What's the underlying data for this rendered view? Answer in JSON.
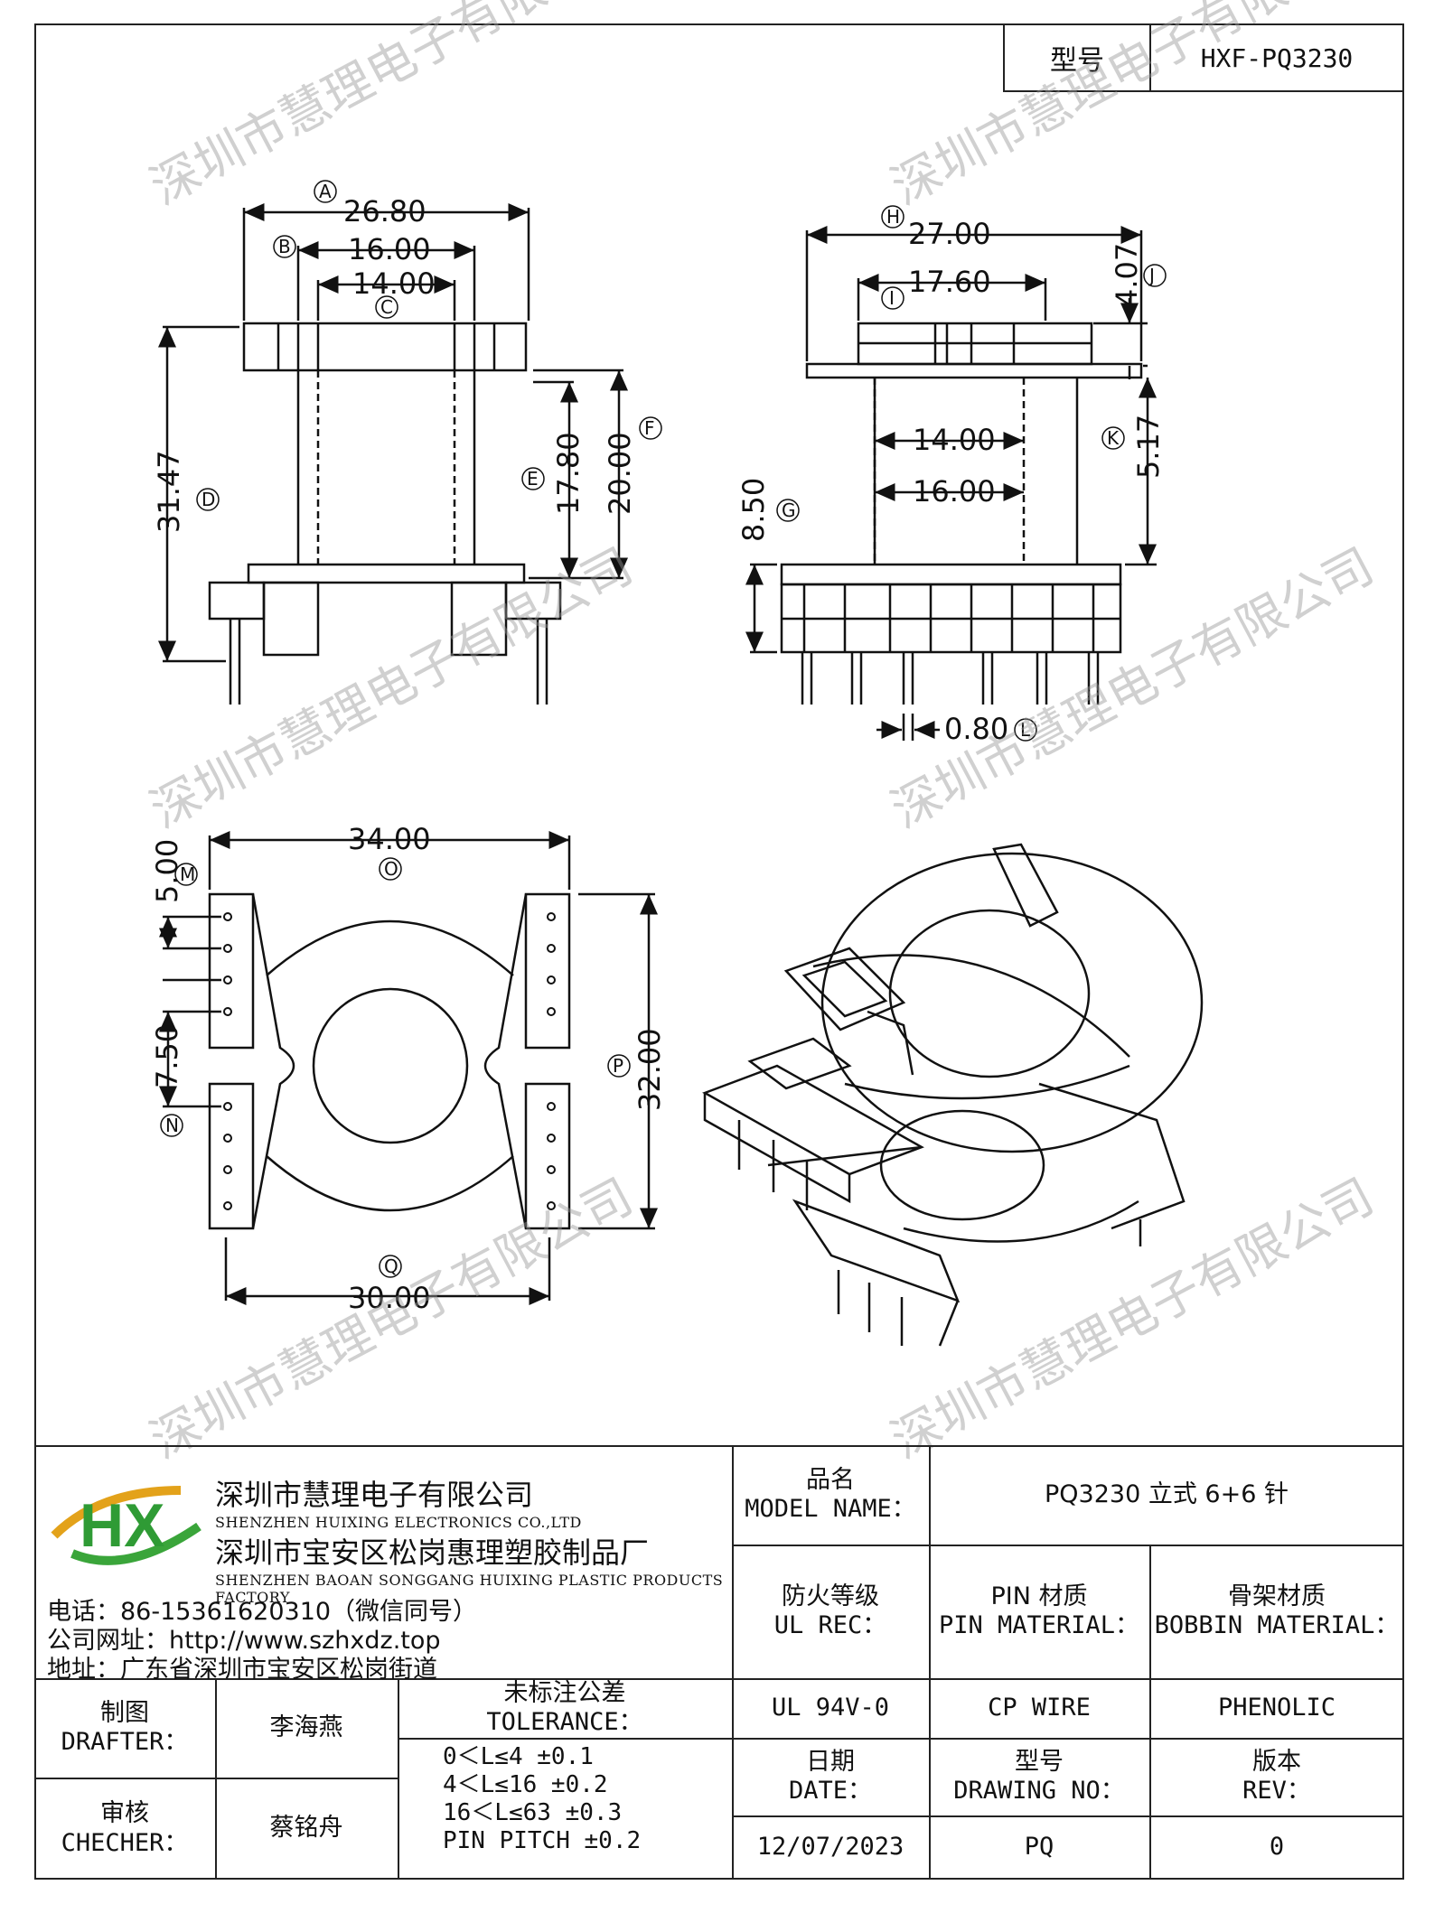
{
  "header": {
    "model_label": "型号",
    "model_value": "HXF-PQ3230"
  },
  "dimensions": {
    "A": "A",
    "a_value": "26.80",
    "B": "B",
    "b_value": "16.00",
    "C": "C",
    "c_value": "14.00",
    "D": "D",
    "d_value": "31.47",
    "E": "E",
    "e_value": "17.80",
    "F": "F",
    "f_value": "20.00",
    "H": "H",
    "h_value": "27.00",
    "I": "I",
    "i_value": "17.60",
    "J": "J",
    "j_value": "4.07",
    "G": "G",
    "g_value": "8.50",
    "K": "K",
    "k_value": "5.17",
    "inner14": "14.00",
    "inner16": "16.00",
    "L": "L",
    "l_value": "0.80",
    "O": "O",
    "o_value": "34.00",
    "M": "M",
    "m_value": "5.00",
    "N": "N",
    "n_value": "7.50",
    "P": "P",
    "p_value": "32.00",
    "Q": "Q",
    "q_value": "30.00"
  },
  "watermark": {
    "text": "深圳市慧理电子有限公司"
  },
  "title_block": {
    "company_cn": "深圳市慧理电子有限公司",
    "company_en": "SHENZHEN HUIXING ELECTRONICS CO.,LTD",
    "factory_cn": "深圳市宝安区松岗惠理塑胶制品厂",
    "factory_en": "SHENZHEN BAOAN SONGGANG HUIXING PLASTIC PRODUCTS FACTORY",
    "phone": "电话：86-15361620310（微信同号）",
    "website": "公司网址：http://www.szhxdz.top",
    "address": "地址：广东省深圳市宝安区松岗街道",
    "logo_text": "HX",
    "model_name_cn": "品名",
    "model_name_en": "MODEL NAME：",
    "model_name_value": "PQ3230 立式 6+6 针",
    "ul_cn": "防火等级",
    "ul_en": "UL REC：",
    "pin_cn": "PIN 材质",
    "pin_en": "PIN MATERIAL：",
    "bobbin_cn": "骨架材质",
    "bobbin_en": "BOBBIN MATERIAL：",
    "ul_value": "UL 94V-0",
    "pin_value": "CP WIRE",
    "bobbin_value": "PHENOLIC",
    "drafter_cn": "制图",
    "drafter_en": "DRAFTER：",
    "drafter_name": "李海燕",
    "checker_cn": "审核",
    "checker_en": "CHECHER：",
    "checker_name": "蔡铭舟",
    "tol_cn": "未标注公差",
    "tol_en": "TOLERANCE：",
    "tol_lines": [
      "0＜L≤4  ±0.1",
      "4＜L≤16 ±0.2",
      "16＜L≤63 ±0.3",
      "PIN PITCH ±0.2"
    ],
    "date_cn": "日期",
    "date_en": "DATE：",
    "date_value": "12/07/2023",
    "drawing_cn": "型号",
    "drawing_en": "DRAWING NO：",
    "drawing_value": "PQ",
    "rev_cn": "版本",
    "rev_en": "REV：",
    "rev_value": "0"
  }
}
